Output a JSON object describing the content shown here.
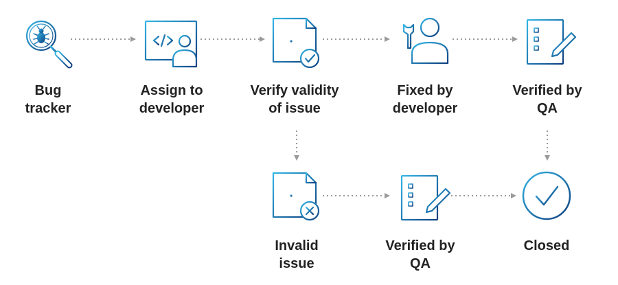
{
  "colors": {
    "accent_start": "#35b5e5",
    "accent_end": "#0e3f7f",
    "arrow": "#9a9a9a",
    "text": "#222222"
  },
  "nodes": [
    {
      "id": "bug-tracker",
      "icon": "magnifier-bug-icon",
      "label": [
        "Bug",
        "tracker"
      ]
    },
    {
      "id": "assign-to-developer",
      "icon": "code-window-developer-icon",
      "label": [
        "Assign to",
        "developer"
      ]
    },
    {
      "id": "verify-validity",
      "icon": "document-alert-check-icon",
      "label": [
        "Verify validity",
        "of issue"
      ]
    },
    {
      "id": "fixed-by-developer",
      "icon": "developer-wrench-icon",
      "label": [
        "Fixed by",
        "developer"
      ]
    },
    {
      "id": "verified-by-qa-top",
      "icon": "checklist-pen-icon",
      "label": [
        "Verified by",
        "QA"
      ]
    },
    {
      "id": "invalid-issue",
      "icon": "document-alert-cross-icon",
      "label": [
        "Invalid",
        "issue"
      ]
    },
    {
      "id": "verified-by-qa-bottom",
      "icon": "checklist-pen-icon",
      "label": [
        "Verified by",
        "QA"
      ]
    },
    {
      "id": "closed",
      "icon": "circle-check-icon",
      "label": [
        "Closed"
      ]
    }
  ]
}
